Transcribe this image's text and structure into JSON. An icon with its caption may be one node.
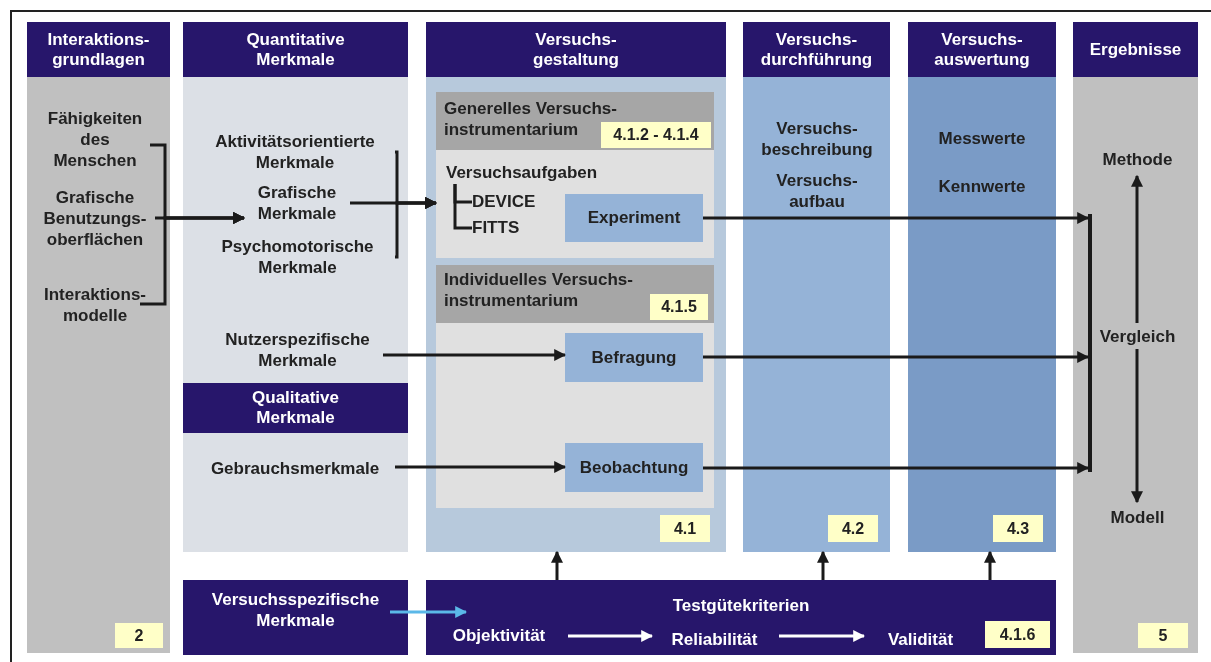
{
  "diagram": {
    "nodes": [
      {
        "text": [
          "Interaktions- grundlagen"
        ]
      },
      {
        "text": [
          "Fähigkeiten des Menschen"
        ],
        "in": 0
      },
      {
        "text": [
          "Grafische Benutzungs- oberflächen"
        ],
        "in": 0
      },
      {
        "text": [
          "Interaktions- modelle"
        ],
        "in": 0
      },
      {
        "text": [
          "2"
        ],
        "in": 0
      },
      {
        "text": [],
        "shape": "box"
      },
      {
        "text": [
          "Aktivitätsorientierte Merkmale"
        ],
        "in": 5
      },
      {
        "text": [
          "Grafische Merkmale"
        ],
        "in": 5
      },
      {
        "text": [
          "Psychomotorische Merkmale"
        ],
        "in": 5
      },
      {
        "text": [
          "Nutzerspezifische Merkmale"
        ],
        "in": 5
      },
      {
        "text": [
          "Qualitative Merkmale"
        ],
        "in": 5
      },
      {
        "text": [
          "Gebrauchsmerkmale"
        ],
        "in": 5
      },
      {
        "text": [
          "Versuchs- gestaltung"
        ]
      },
      {
        "text": [
          "Generelles Versuchs- instrumentarium"
        ],
        "in": 12
      },
      {
        "text": [
          "4.1.2 - 4.1.4"
        ],
        "in": 13
      },
      {
        "text": [
          "Versuchsaufgaben"
        ],
        "in": 13
      },
      {
        "text": [
          "DEVICE"
        ],
        "in": 13
      },
      {
        "text": [
          "FITTS"
        ],
        "in": 13
      },
      {
        "text": [
          "Experiment"
        ],
        "in": 13
      },
      {
        "text": [
          "Individuelles Versuchs- instrumentarium"
        ],
        "in": 12
      },
      {
        "text": [
          "4.1.5"
        ],
        "in": 19
      },
      {
        "text": [
          "Befragung"
        ],
        "in": 19
      },
      {
        "text": [
          "Beobachtung"
        ],
        "in": 19
      },
      {
        "text": [
          "4.1"
        ],
        "in": 12
      },
      {
        "text": [
          "Versuchs- durchführung",
          "Versuchs- beschreibung",
          "Versuchs- aufbau"
        ]
      },
      {
        "text": [
          "4.2"
        ],
        "in": 24
      },
      {
        "text": [
          "Versuchs- auswertung",
          "Messwerte",
          "Kennwerte"
        ]
      },
      {
        "text": [
          "4.3"
        ],
        "in": 26
      },
      {
        "text": [
          "Ergebnisse"
        ]
      },
      {
        "text": [
          "Methode"
        ],
        "in": 28
      },
      {
        "text": [
          "Vergleich"
        ],
        "in": 28
      },
      {
        "text": [
          "Modell"
        ],
        "in": 28
      },
      {
        "text": [],
        "shape": "bar",
        "in": 28
      },
      {
        "text": [
          "5"
        ],
        "in": 28
      },
      {
        "text": [
          "Versuchsspezifische Merkmale"
        ]
      },
      {
        "text": [
          "Testgütekriterien"
        ]
      },
      {
        "text": [
          "Objektivität"
        ],
        "in": 35
      },
      {
        "text": [
          "Reliabilität"
        ],
        "in": 35
      },
      {
        "text": [
          "Validität"
        ],
        "in": 35
      },
      {
        "text": [
          "4.1.6"
        ],
        "in": 35
      },
      {
        "text": [
          "Quantitative Merkmale"
        ],
        "in": 5
      }
    ],
    "edges": [
      {
        "from": 1,
        "to": 7,
        "arrow": "to"
      },
      {
        "from": 2,
        "to": 7,
        "arrow": "to"
      },
      {
        "from": 3,
        "to": 7,
        "arrow": "to"
      },
      {
        "from": 6,
        "to": 13,
        "arrow": "to"
      },
      {
        "from": 7,
        "to": 13,
        "arrow": "to"
      },
      {
        "from": 8,
        "to": 13,
        "arrow": "to"
      },
      {
        "from": 9,
        "to": 21,
        "arrow": "to"
      },
      {
        "from": 11,
        "to": 22,
        "arrow": "to"
      },
      {
        "from": 18,
        "to": 32,
        "arrow": "to"
      },
      {
        "from": 21,
        "to": 32,
        "arrow": "to"
      },
      {
        "from": 22,
        "to": 32,
        "arrow": "to"
      },
      {
        "from": 30,
        "to": 29,
        "arrow": "to"
      },
      {
        "from": 30,
        "to": 31,
        "arrow": "to"
      },
      {
        "from": 34,
        "to": 36,
        "arrow": "to",
        "color": "#5bb8e8"
      },
      {
        "from": 35,
        "to": 12,
        "arrow": "to"
      },
      {
        "from": 35,
        "to": 24,
        "arrow": "to"
      },
      {
        "from": 35,
        "to": 26,
        "arrow": "to"
      },
      {
        "from": 36,
        "to": 37,
        "arrow": "to",
        "color": "#ffffff"
      },
      {
        "from": 37,
        "to": 38,
        "arrow": "to",
        "color": "#ffffff"
      },
      {
        "from": 15,
        "to": 16,
        "arrow": "none"
      },
      {
        "from": 15,
        "to": 17,
        "arrow": "none"
      }
    ]
  }
}
